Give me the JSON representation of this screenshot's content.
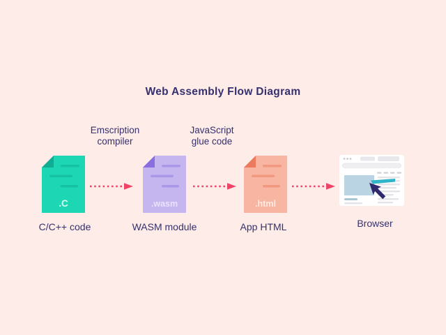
{
  "title": "Web Assembly Flow Diagram",
  "colors": {
    "background": "#fdece8",
    "text": "#36306e",
    "arrow": "#ee4468"
  },
  "labels": [
    {
      "line1": "Emscription",
      "line2": "compiler"
    },
    {
      "line1": "JavaScript",
      "line2": "glue code"
    }
  ],
  "nodes": [
    {
      "type": "file",
      "file_label": ".C",
      "caption": "C/C++ code",
      "body": "#1dd6b4",
      "fold": "#10ad92",
      "lines": "#14c1a4",
      "label_fill": "#dcfcf5"
    },
    {
      "type": "file",
      "file_label": ".wasm",
      "caption": "WASM module",
      "body": "#c6b6f0",
      "fold": "#8a6ede",
      "lines": "#ab97e7",
      "label_fill": "#e9e2fb"
    },
    {
      "type": "file",
      "file_label": ".html",
      "caption": "App HTML",
      "body": "#f8b5a1",
      "fold": "#ec7a5f",
      "lines": "#f29780",
      "label_fill": "#fdeae2"
    },
    {
      "type": "browser",
      "caption": "Browser",
      "window": "#ffffff",
      "hero": "#bad4e3",
      "cursor": "#2f2a6e",
      "cursor_trail": "#2fb4c8"
    }
  ],
  "flow": [
    {
      "from": "C/C++ code",
      "to": "WASM module",
      "via": "Emscription compiler"
    },
    {
      "from": "WASM module",
      "to": "App HTML",
      "via": "JavaScript glue code"
    },
    {
      "from": "App HTML",
      "to": "Browser",
      "via": ""
    }
  ]
}
